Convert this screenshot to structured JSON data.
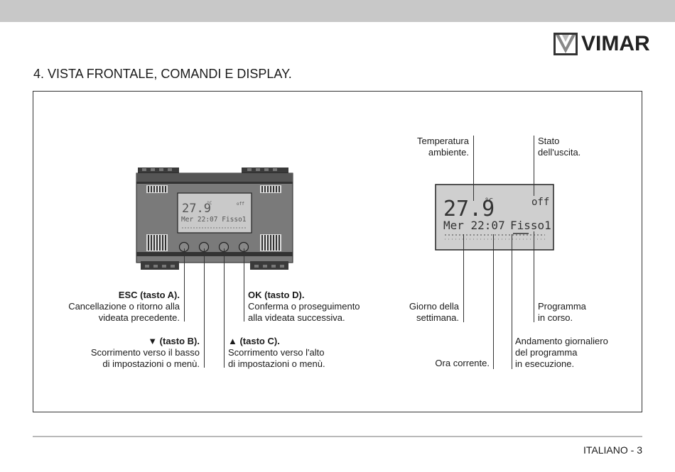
{
  "header": {
    "brand": "VIMAR"
  },
  "page": {
    "title": "4. VISTA FRONTALE, COMANDI E DISPLAY.",
    "footer": "ITALIANO - 3"
  },
  "device": {
    "display_small": {
      "temp": "27.9",
      "unit": "°C",
      "state": "off",
      "line2": "Mer 22:07  Fisso1"
    }
  },
  "display": {
    "temp": "27.9",
    "unit": "°C",
    "state": "off",
    "day_time": "Mer 22:07",
    "program": "Fisso1"
  },
  "labels": {
    "esc": {
      "title": "ESC (tasto A).",
      "line1": "Cancellazione o ritorno alla",
      "line2": "videata precedente."
    },
    "ok": {
      "title": "OK (tasto D).",
      "line1": "Conferma o proseguimento",
      "line2": "alla videata successiva."
    },
    "down": {
      "title": "▼ (tasto B).",
      "line1": "Scorrimento verso il basso",
      "line2": "di impostazioni o menù."
    },
    "up": {
      "title": "▲ (tasto C).",
      "line1": "Scorrimento verso l'alto",
      "line2": "di impostazioni o menù."
    },
    "temperatura": {
      "line1": "Temperatura",
      "line2": "ambiente."
    },
    "stato": {
      "line1": "Stato",
      "line2": "dell'uscita."
    },
    "giorno": {
      "line1": "Giorno della",
      "line2": "settimana."
    },
    "programma": {
      "line1": "Programma",
      "line2": "in corso."
    },
    "ora": {
      "line1": "Ora corrente."
    },
    "andamento": {
      "line1": "Andamento giornaliero",
      "line2": "del programma",
      "line3": "in esecuzione."
    }
  }
}
